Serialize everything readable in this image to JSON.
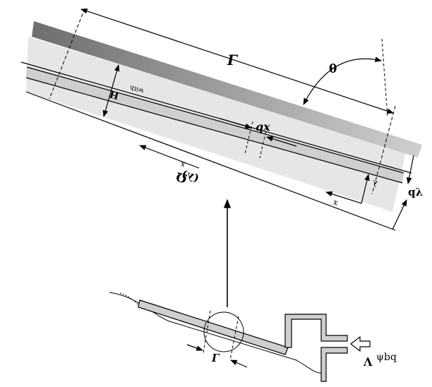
{
  "labels": {
    "length_L": "Γ",
    "angle": "θ",
    "dx": "qx",
    "u_profile": "Ω",
    "u_subscript": "x",
    "u_arg": "(λ)",
    "y_axis": "λ",
    "x_axis": "x",
    "dy": "qλ",
    "h_width": "H",
    "h_subscript": "with",
    "lower_L": "Γ",
    "inlet": "Λ",
    "inlet_sub": "ψbq"
  }
}
